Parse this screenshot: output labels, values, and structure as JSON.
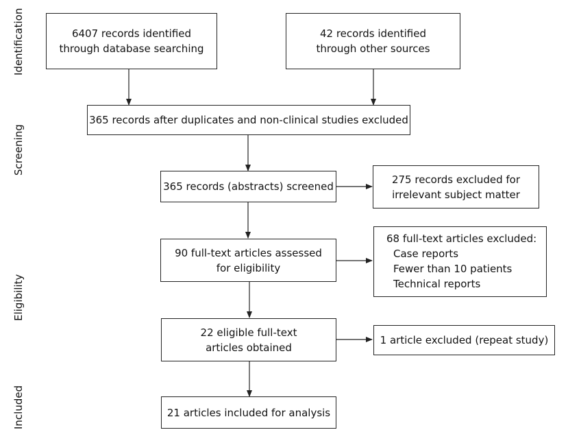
{
  "stages": {
    "identification": "Identification",
    "screening": "Screening",
    "eligibility": "Eligibility",
    "included": "Included"
  },
  "boxes": {
    "db_search": [
      "6407 records identified",
      "through database searching"
    ],
    "other_sources": [
      "42 records identified",
      "through other sources"
    ],
    "after_duplicates": "365 records after duplicates and non-clinical studies excluded",
    "screened": "365 records (abstracts) screened",
    "excluded_irrelevant": [
      "275 records excluded for",
      "irrelevant subject matter"
    ],
    "fulltext_assessed": [
      "90 full-text articles assessed",
      "for eligibility"
    ],
    "fulltext_excluded": {
      "title": "68 full-text articles excluded:",
      "items": [
        "Case reports",
        "Fewer than 10 patients",
        "Technical reports"
      ]
    },
    "eligible_obtained": [
      "22 eligible full-text",
      "articles obtained"
    ],
    "excluded_repeat": "1 article excluded (repeat study)",
    "included_analysis": "21 articles included for analysis"
  }
}
